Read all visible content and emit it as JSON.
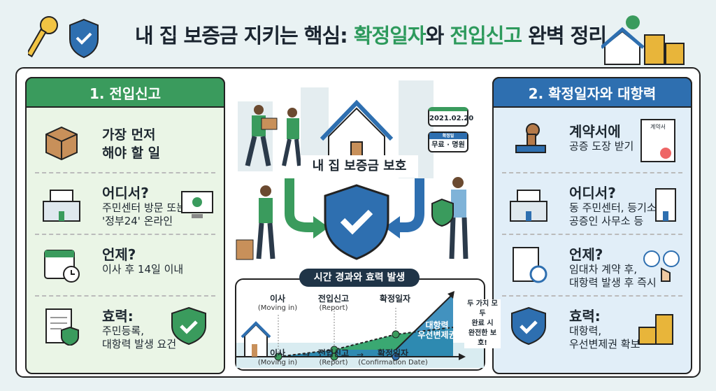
{
  "header": {
    "title_part1": "내 집 보증금 지키는 핵심: ",
    "title_part2": "확정일자",
    "title_part3": "와 ",
    "title_part4": "전입신고",
    "title_part5": " 완벽 정리"
  },
  "left_panel": {
    "heading": "1. 전입신고",
    "items": [
      {
        "icon": "box-icon",
        "title": "가장 먼저",
        "desc": "해야 할 일"
      },
      {
        "icon": "building-icon",
        "title": "어디서?",
        "desc": "주민센터 방문 또는",
        "desc2": "'정부24' 온라인"
      },
      {
        "icon": "calendar-clock-icon",
        "title": "언제?",
        "desc": "이사 후 14일 이내"
      },
      {
        "icon": "document-shield-icon",
        "title": "효력:",
        "desc": "주민등록,",
        "desc2": "대항력 발생 요건"
      }
    ]
  },
  "right_panel": {
    "heading": "2. 확정일자와 대항력",
    "items": [
      {
        "icon": "stamp-icon",
        "title": "계약서에",
        "desc": "공증 도장 받기",
        "doc_label": "계약서"
      },
      {
        "icon": "building-icon",
        "title": "어디서?",
        "desc": "동 주민센터, 등기소,",
        "desc2": "공증인 사무소 등"
      },
      {
        "icon": "document-clock-icon",
        "title": "언제?",
        "desc": "임대차 계약 후,",
        "desc2": "대항력 발생 후 즉시"
      },
      {
        "icon": "shield-icon",
        "title": "효력:",
        "desc": "대항력,",
        "desc2": "우선변제권 확보"
      }
    ]
  },
  "center": {
    "banner": "내 집 보증금 보호",
    "calendar_date": "2021.02.20",
    "calendar2_header": "확정일",
    "calendar2_text": "무료 · 명원"
  },
  "timeline": {
    "title": "시간 경과와 효력 발생",
    "steps": [
      {
        "label": "이사",
        "sub": "(Moving in)"
      },
      {
        "label": "전입신고",
        "sub": "(Report)"
      },
      {
        "label": "확정일자",
        "sub": "(Confirmation Date)"
      }
    ],
    "top_labels": [
      {
        "label": "이사",
        "sub": "(Moving in)"
      },
      {
        "label": "전입신고",
        "sub": "(Report)"
      },
      {
        "label": "확정일자",
        "sub": ""
      }
    ],
    "area_label1": "대항력",
    "area_label2": "우선변제권",
    "note": [
      "두 가지 모두",
      "완료 시",
      "완전한 보호!"
    ],
    "arrow": "→"
  },
  "colors": {
    "green": "#3a9b5d",
    "blue": "#2e6fb0",
    "dark": "#1f3447"
  }
}
